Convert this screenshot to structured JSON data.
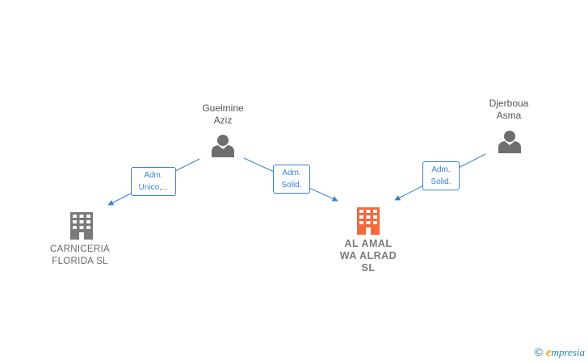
{
  "nodes": {
    "person_guelmine": {
      "line1": "Guelmine",
      "line2": "Aziz"
    },
    "person_djerboua": {
      "line1": "Djerboua",
      "line2": "Asma"
    },
    "company_carniceria": {
      "line1": "CARNICERIA",
      "line2": "FLORIDA  SL"
    },
    "company_alamal": {
      "line1": "AL AMAL",
      "line2": "WA ALRAD",
      "line3": "SL"
    }
  },
  "edges": {
    "guelmine_carniceria": {
      "line1": "Adm.",
      "line2": "Unico,..."
    },
    "guelmine_alamal": {
      "line1": "Adm.",
      "line2": "Solid."
    },
    "djerboua_alamal": {
      "line1": "Adm.",
      "line2": "Solid."
    }
  },
  "colors": {
    "edge": "#3b7fd4",
    "person_icon": "#6e6e6e",
    "company_icon": "#7a7a7a",
    "focus_company_icon": "#f26a3d"
  },
  "watermark": {
    "copyright": "©",
    "brand_initial": "e",
    "brand_rest": "mpresia"
  }
}
